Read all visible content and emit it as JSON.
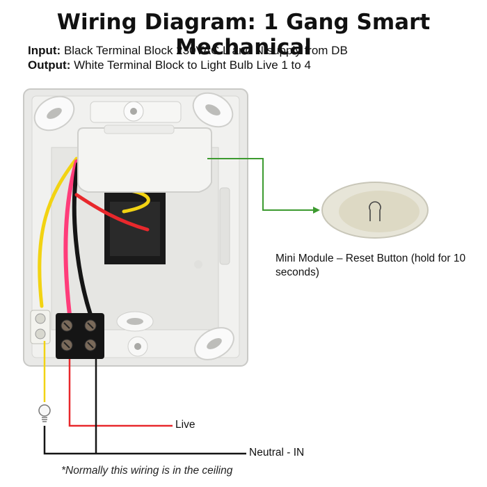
{
  "title": "Wiring Diagram: 1 Gang Smart Mechanical",
  "input": {
    "label": "Input:",
    "text": "Black Terminal Block 230VAC L and N supply from DB"
  },
  "output": {
    "label": "Output:",
    "text": "White Terminal Block to Light Bulb Live 1 to 4"
  },
  "module_caption": "Mini Module – Reset Button (hold for 10 seconds)",
  "wire_labels": {
    "live": "Live",
    "neutral": "Neutral - IN"
  },
  "footnote": "*Normally this wiring is in the ceiling",
  "colors": {
    "wire_yellow": "#f2d313",
    "wire_red": "#e8282c",
    "wire_black": "#151515",
    "wire_pink": "#ff3c7a",
    "callout_green": "#3c9a2f",
    "plate": "#ececea"
  },
  "icons": [
    "light-bulb-icon",
    "reset-button-icon"
  ]
}
